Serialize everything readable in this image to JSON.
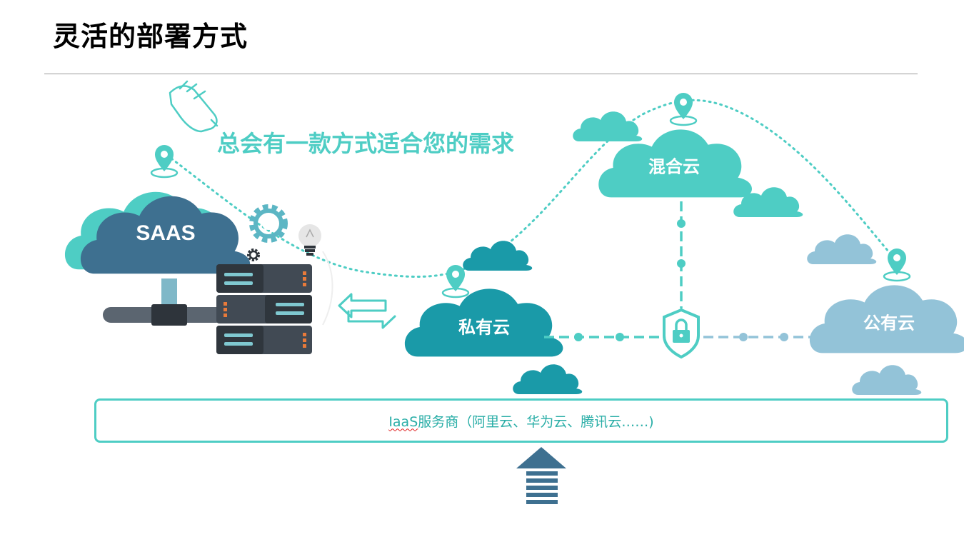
{
  "title": "灵活的部署方式",
  "slogan": "总会有一款方式适合您的需求",
  "clouds": {
    "saas": "SAAS",
    "private": "私有云",
    "hybrid": "混合云",
    "public": "公有云"
  },
  "iaas": {
    "term": "IaaS",
    "text": "服务商（阿里云、华为云、腾讯云……)"
  },
  "colors": {
    "teal": "#4ecdc4",
    "dark_teal": "#1a9aa8",
    "slate": "#3e7090",
    "light_blue": "#93c3d8",
    "server": "#414a54",
    "accent_orange": "#e87a3a"
  }
}
